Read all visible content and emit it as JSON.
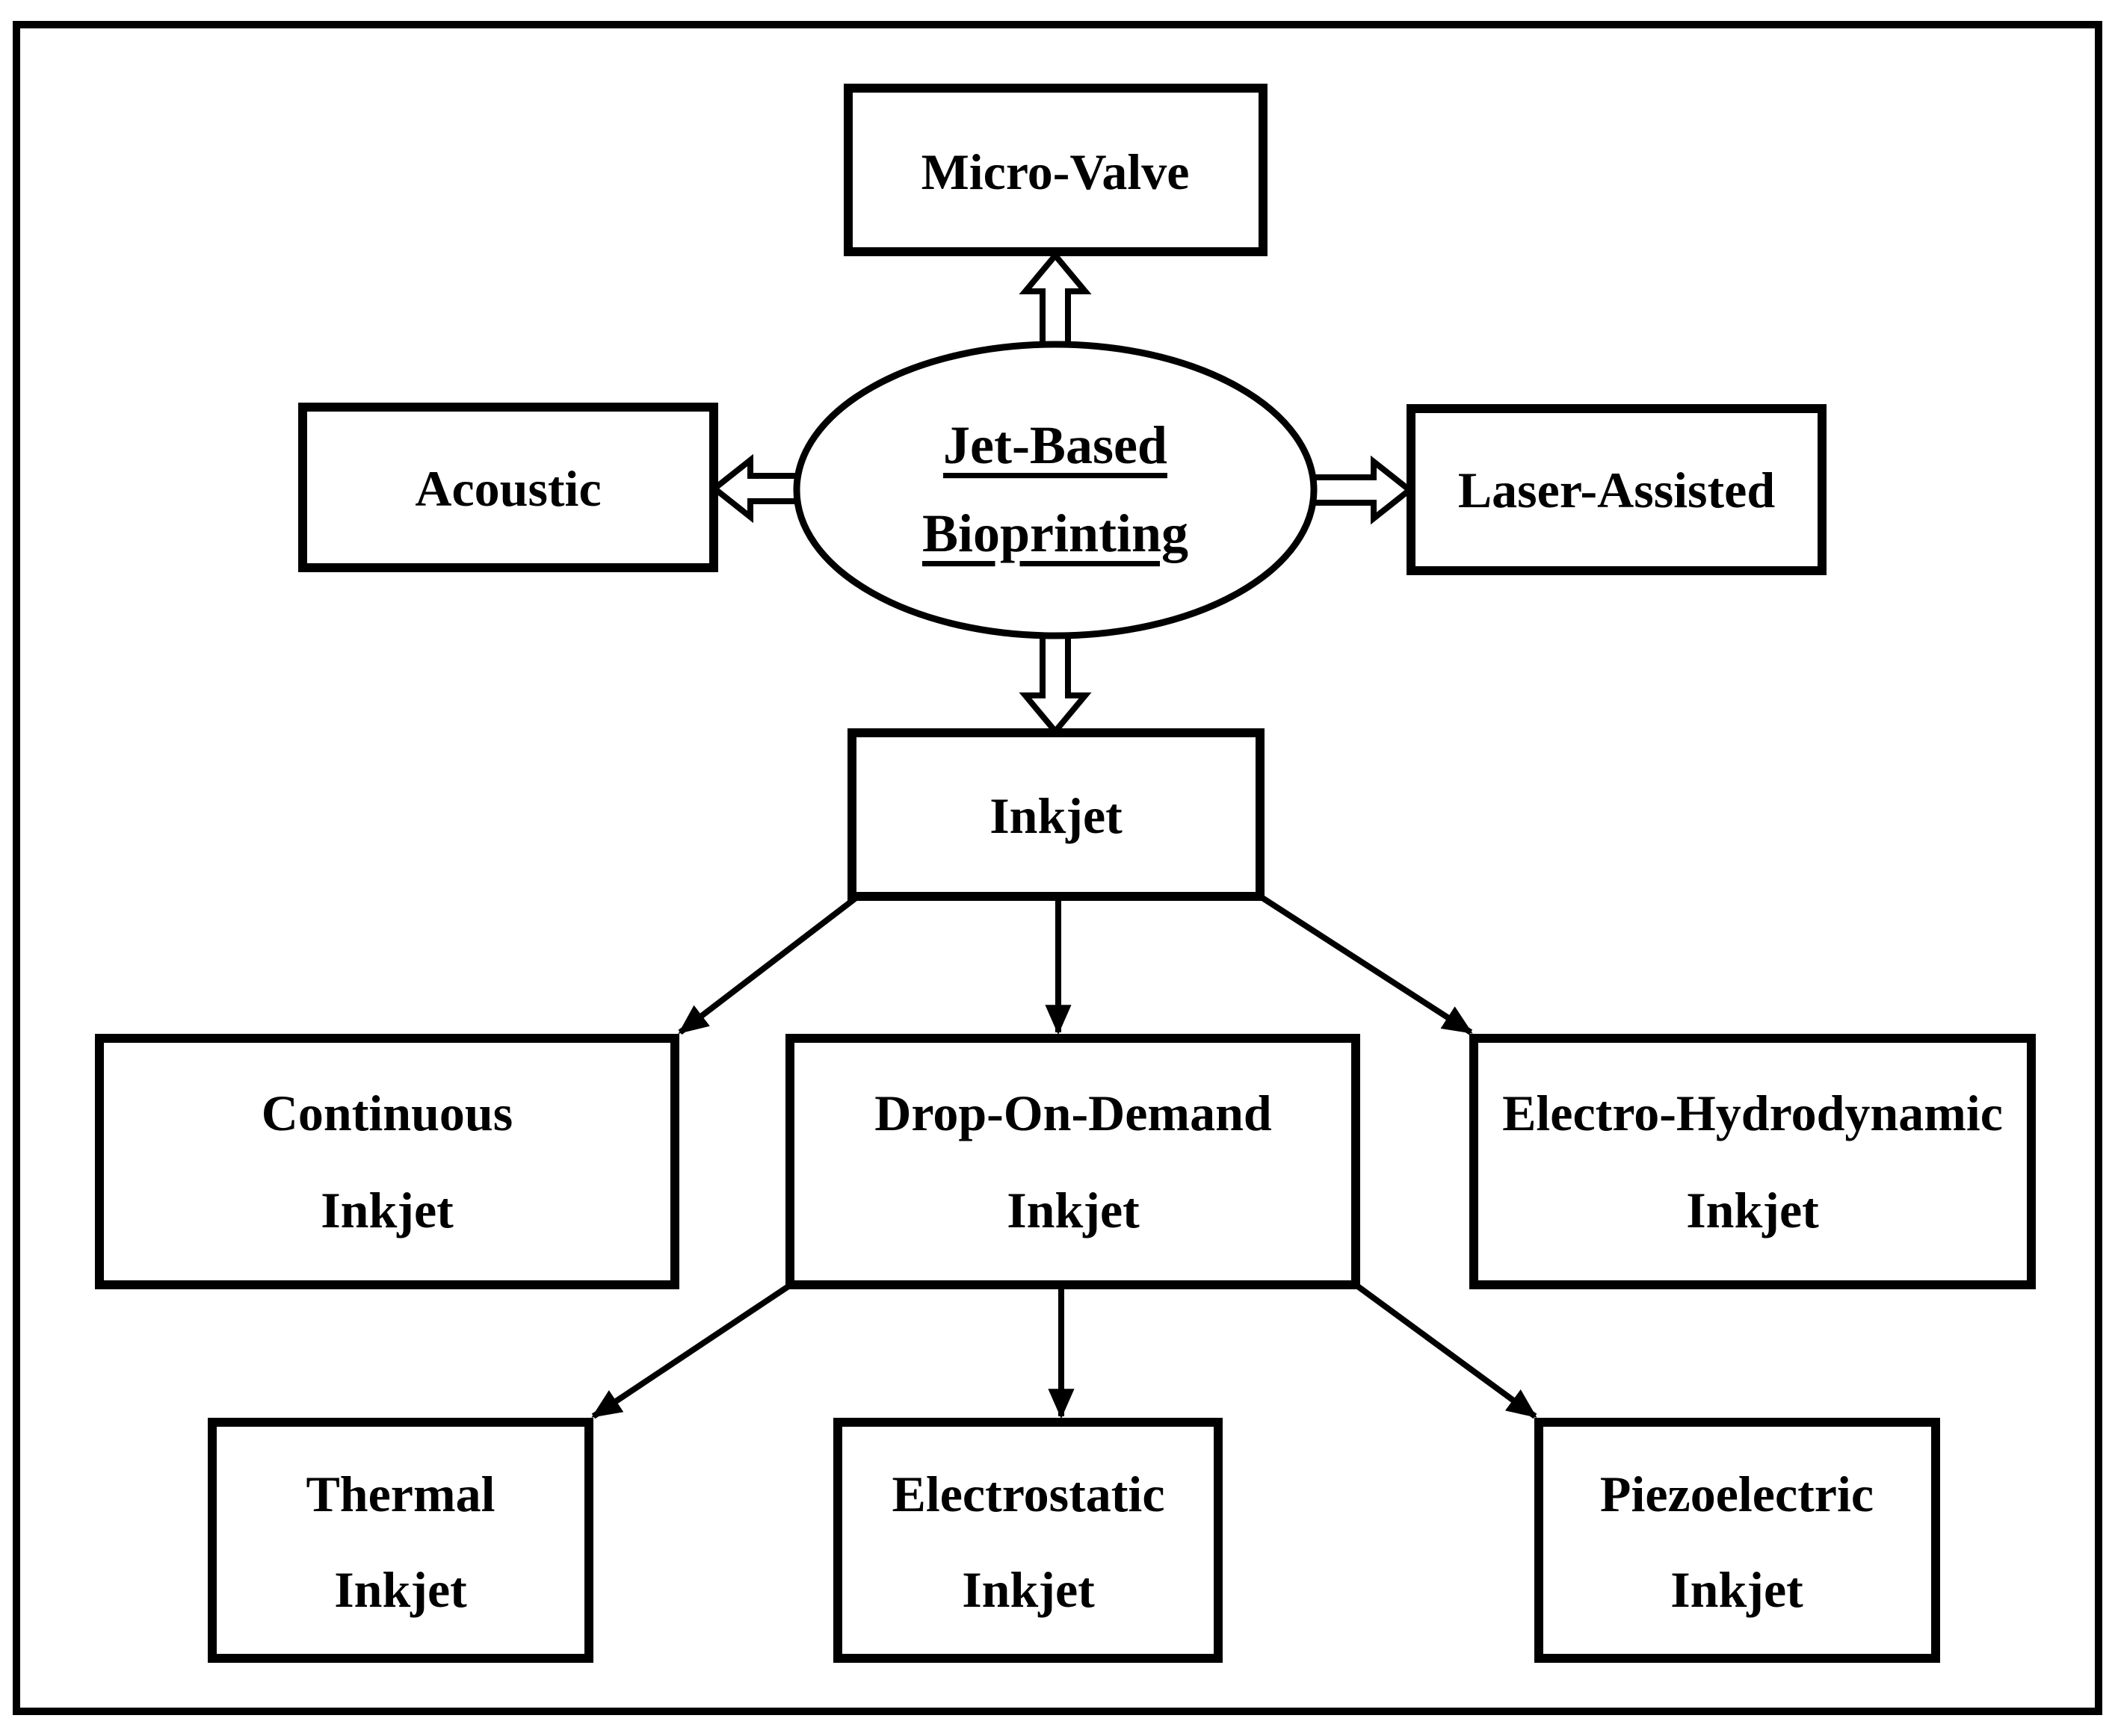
{
  "theme": {
    "paper": "#ffffff",
    "ink": "#000000"
  },
  "diagram": {
    "root": {
      "line1": "Jet-Based",
      "line2": "Bioprinting"
    },
    "branches": {
      "micro_valve": {
        "label": "Micro-Valve"
      },
      "acoustic": {
        "label": "Acoustic"
      },
      "laser_assisted": {
        "label": "Laser-Assisted"
      },
      "inkjet": {
        "label": "Inkjet"
      }
    },
    "inkjet_types": {
      "continuous": {
        "line1": "Continuous",
        "line2": "Inkjet"
      },
      "drop_on_demand": {
        "line1": "Drop-On-Demand",
        "line2": "Inkjet"
      },
      "electro_hydrodynamic": {
        "line1": "Electro-Hydrodynamic",
        "line2": "Inkjet"
      }
    },
    "drop_on_demand_types": {
      "thermal": {
        "line1": "Thermal",
        "line2": "Inkjet"
      },
      "electrostatic": {
        "line1": "Electrostatic",
        "line2": "Inkjet"
      },
      "piezoelectric": {
        "line1": "Piezoelectric",
        "line2": "Inkjet"
      }
    }
  }
}
